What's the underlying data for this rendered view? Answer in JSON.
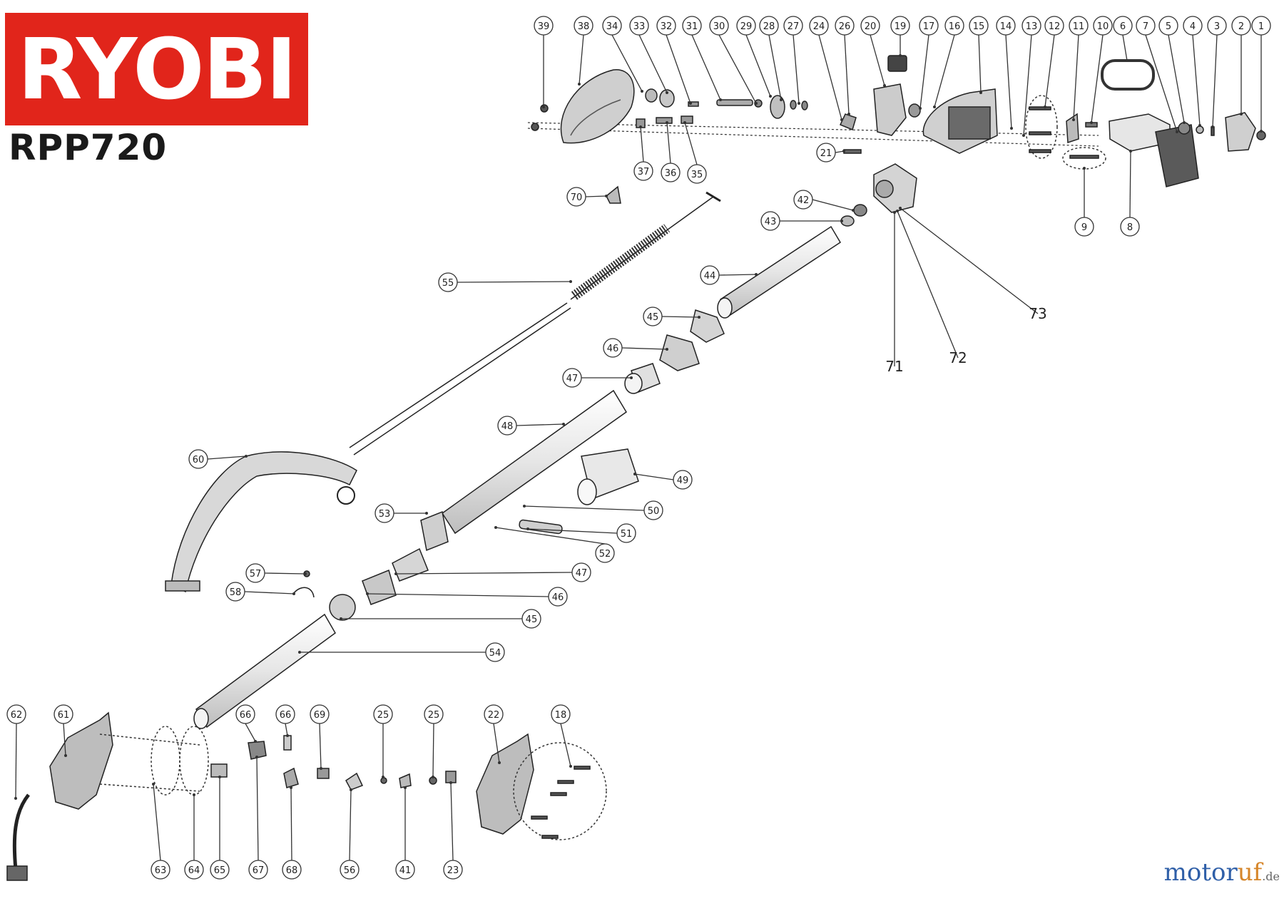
{
  "brand": {
    "name": "RYOBI",
    "color": "#e1251b"
  },
  "model": "RPP720",
  "watermark": {
    "main": "motor",
    "accent": "uf",
    "tld": ".de"
  },
  "diagram": {
    "type": "exploded-parts-view",
    "line_color": "#333333",
    "callouts": [
      "39",
      "38",
      "34",
      "33",
      "32",
      "31",
      "30",
      "29",
      "28",
      "27",
      "24",
      "26",
      "20",
      "19",
      "17",
      "16",
      "15",
      "14",
      "13",
      "12",
      "11",
      "10",
      "6",
      "7",
      "5",
      "4",
      "3",
      "2",
      "1",
      "37",
      "36",
      "35",
      "21",
      "9",
      "8",
      "70",
      "42",
      "43",
      "73",
      "72",
      "71",
      "55",
      "44",
      "45",
      "46",
      "47",
      "48",
      "49",
      "50",
      "51",
      "52",
      "53",
      "60",
      "57",
      "58",
      "47",
      "46",
      "45",
      "54",
      "62",
      "61",
      "66",
      "66",
      "69",
      "25",
      "25",
      "22",
      "18",
      "63",
      "64",
      "65",
      "67",
      "68",
      "56",
      "41",
      "23"
    ]
  }
}
